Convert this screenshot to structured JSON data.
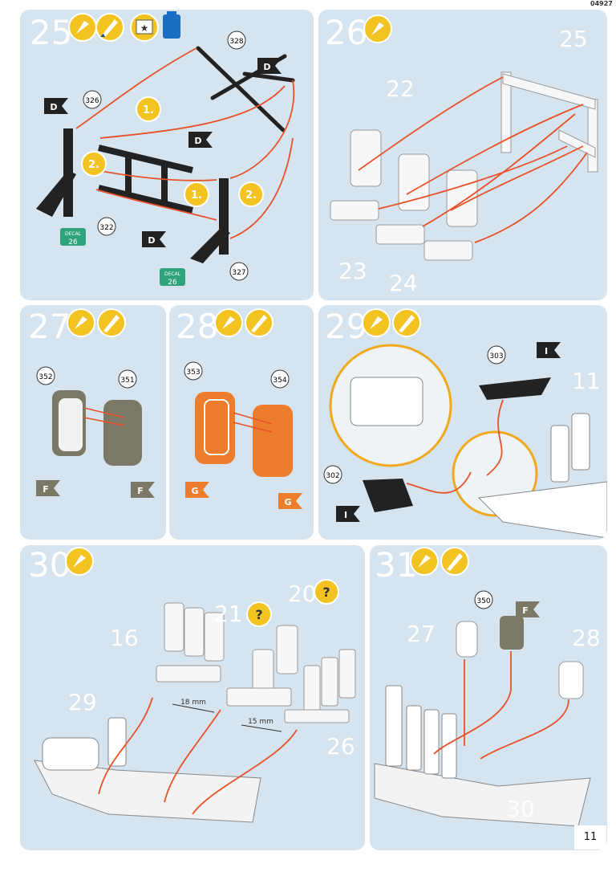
{
  "header": {
    "code": "04927"
  },
  "page_number": "11",
  "colors": {
    "panel": "#d6e4ef",
    "arrow": "#e8512a",
    "badge": "#f2c321",
    "part_dark": "#222222",
    "part_olive": "#7b7865",
    "part_orange": "#ec7d2c",
    "decal_green": "#2fa37c"
  },
  "steps": {
    "s25": {
      "number": "25",
      "icons": [
        "glue-icon",
        "paint-icon",
        "decal-icon",
        "paint-bottle-icon"
      ],
      "parts": [
        "328",
        "326",
        "322",
        "327"
      ],
      "colors": [
        "D",
        "D",
        "D",
        "D"
      ],
      "order": [
        "1.",
        "2.",
        "1.",
        "2."
      ],
      "decals": [
        {
          "label": "DECAL",
          "number": "26"
        },
        {
          "label": "DECAL",
          "number": "26"
        }
      ]
    },
    "s26": {
      "number": "26",
      "icons": [
        "glue-icon"
      ],
      "refs": [
        "22",
        "25",
        "23",
        "24"
      ]
    },
    "s27": {
      "number": "27",
      "icons": [
        "glue-icon",
        "paint-icon"
      ],
      "parts": [
        "352",
        "351"
      ],
      "colors": [
        "F",
        "F"
      ]
    },
    "s28": {
      "number": "28",
      "icons": [
        "glue-icon",
        "paint-icon"
      ],
      "parts": [
        "353",
        "354"
      ],
      "colors": [
        "G",
        "G"
      ]
    },
    "s29": {
      "number": "29",
      "icons": [
        "glue-icon",
        "paint-icon"
      ],
      "parts": [
        "303",
        "302"
      ],
      "colors": [
        "I",
        "I"
      ],
      "refs": [
        "11"
      ]
    },
    "s30": {
      "number": "30",
      "icons": [
        "glue-icon"
      ],
      "refs": [
        "21",
        "20",
        "16",
        "29",
        "26"
      ],
      "dims": [
        "18 mm",
        "15 mm"
      ],
      "question": "?"
    },
    "s31": {
      "number": "31",
      "icons": [
        "glue-icon",
        "paint-icon"
      ],
      "parts": [
        "350"
      ],
      "colors": [
        "F"
      ],
      "refs": [
        "27",
        "28",
        "30"
      ]
    }
  }
}
